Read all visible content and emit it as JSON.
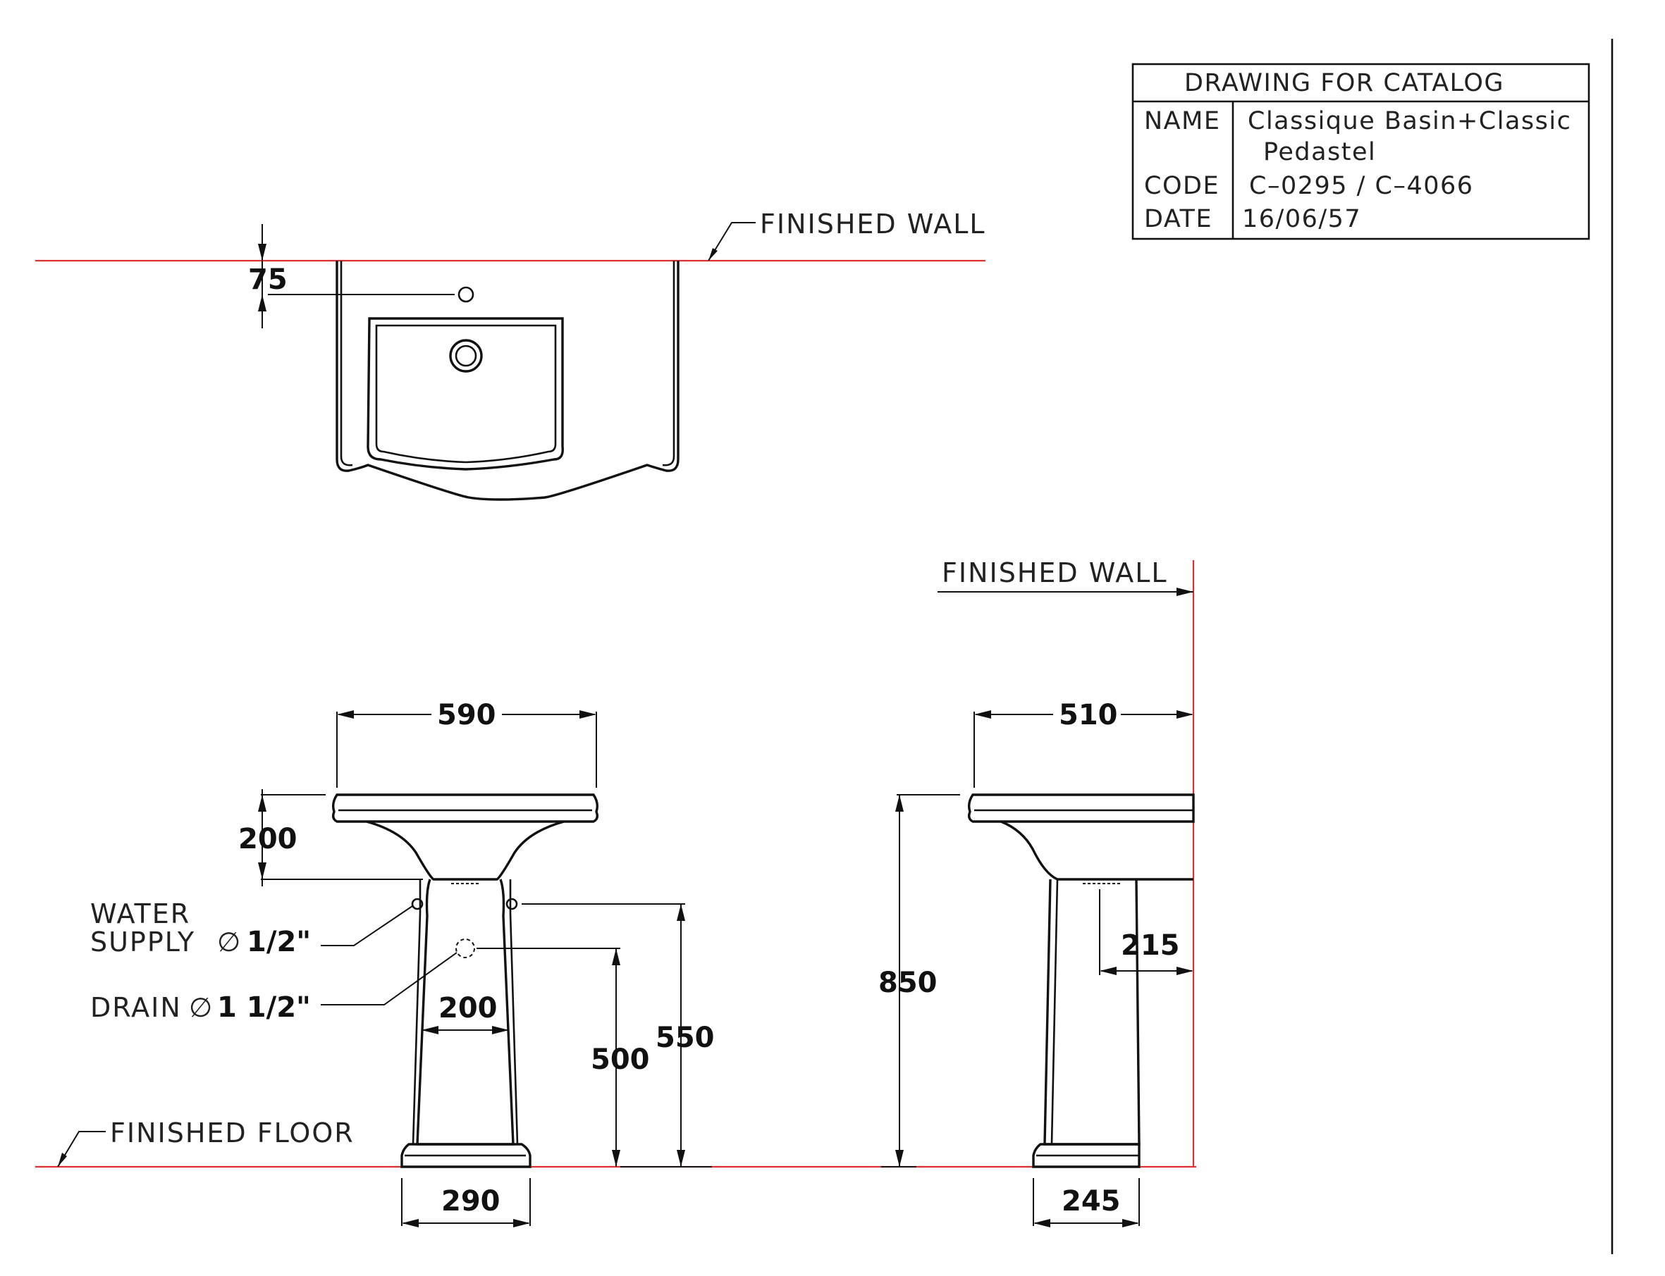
{
  "title_block": {
    "heading": "DRAWING FOR CATALOG",
    "name_label": "NAME",
    "name_line1": "Classique  Basin+Classic",
    "name_line2": "Pedastel",
    "code_label": "CODE",
    "code_value": "C–0295  /  C–4066",
    "date_label": "DATE",
    "date_value": "16/06/57"
  },
  "labels": {
    "finished_wall_top": "FINISHED  WALL",
    "finished_wall_side": "FINISHED  WALL",
    "finished_floor": "FINISHED  FLOOR",
    "water_line1": "WATER",
    "water_line2": "SUPPLY",
    "water_size": "1/2\"",
    "drain": "DRAIN",
    "drain_size": "1  1/2\"",
    "dia_symbol": "∅"
  },
  "dimensions": {
    "tap_hole_from_wall": "75",
    "basin_width": "590",
    "basin_depth": "510",
    "basin_height": "200",
    "supply_spacing": "200",
    "drain_height": "500",
    "supply_height": "550",
    "total_height": "850",
    "drain_from_wall": "215",
    "pedestal_base_width": "290",
    "pedestal_base_depth": "245"
  },
  "colors": {
    "line": "#111111",
    "reference_line": "#e03030"
  }
}
